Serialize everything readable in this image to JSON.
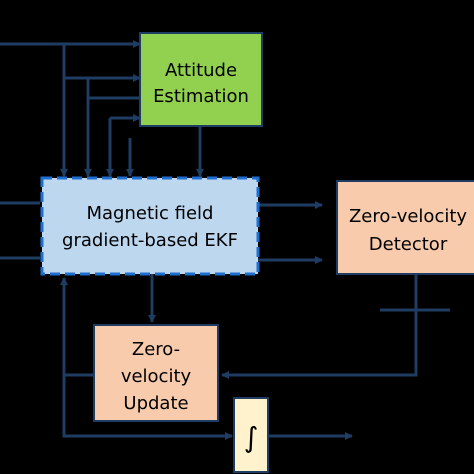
{
  "colors": {
    "background": "#000000",
    "attitude_fill": "#92d050",
    "ekf_fill": "#bdd7ee",
    "detector_fill": "#f8cbad",
    "update_fill": "#f8cbad",
    "integrator_fill": "#fff2cc",
    "line": "#1f3d63"
  },
  "blocks": {
    "attitude": {
      "line1": "Attitude",
      "line2": "Estimation"
    },
    "ekf": {
      "line1": "Magnetic field",
      "line2": "gradient-based EKF"
    },
    "detector": {
      "line1": "Zero-velocity",
      "line2": "Detector"
    },
    "update": {
      "line1": "Zero-",
      "line2": "velocity",
      "line3": "Update"
    },
    "integrator": {
      "symbol": "∫"
    }
  }
}
